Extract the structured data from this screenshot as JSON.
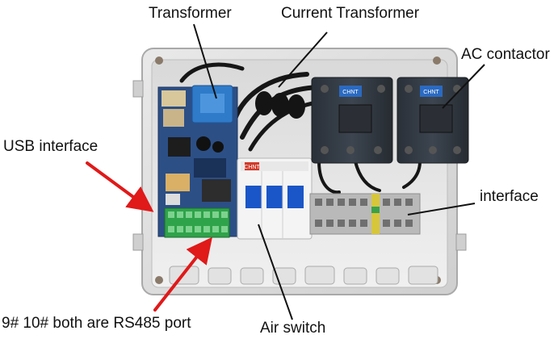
{
  "labels": {
    "transformer": "Transformer",
    "current_transformer": "Current Transformer",
    "ac_contactor": "AC contactor",
    "usb_interface": "USB interface",
    "interface": "interface",
    "rs485_port": "9# 10# both are RS485 port",
    "air_switch": "Air switch"
  },
  "breaker_brand": "CHNT",
  "contactor_brand": "CHNT",
  "colors": {
    "enclosure": "#dcdcdc",
    "pcb": "#2c4f86",
    "contactor": "#333a44",
    "transformer": "#2f7bc9",
    "breaker_handle": "#1a56c8",
    "terminal_green": "#2fa34a",
    "arrow_red": "#e01919",
    "leader_line": "#111111"
  }
}
